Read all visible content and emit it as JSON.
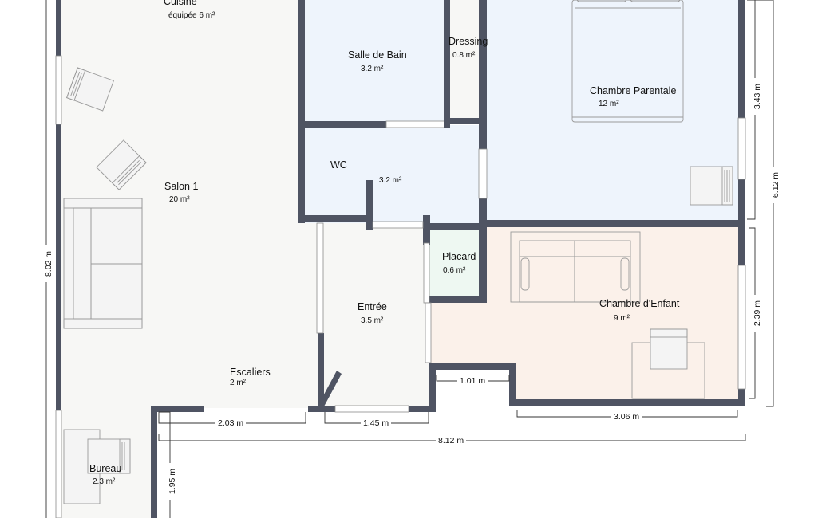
{
  "rooms": {
    "cuisine": {
      "name": "Cuisine",
      "area": "équipée 6 m²"
    },
    "salle_bain": {
      "name": "Salle de Bain",
      "area": "3.2 m²"
    },
    "dressing": {
      "name": "Dressing",
      "area": "0.8 m²"
    },
    "chambre_parentale": {
      "name": "Chambre Parentale",
      "area": "12 m²"
    },
    "wc": {
      "name": "WC",
      "area": "3.2 m²"
    },
    "salon": {
      "name": "Salon 1",
      "area": "20 m²"
    },
    "placard": {
      "name": "Placard",
      "area": "0.6 m²"
    },
    "entree": {
      "name": "Entrée",
      "area": "3.5 m²"
    },
    "chambre_enfant": {
      "name": "Chambre d'Enfant",
      "area": "9 m²"
    },
    "escaliers": {
      "name": "Escaliers",
      "area": "2 m²"
    },
    "bureau": {
      "name": "Bureau",
      "area": "2.3 m²"
    }
  },
  "dimensions": {
    "bureau_width": "2.03 m",
    "entree_width": "1.45 m",
    "placard_step": "1.01 m",
    "enfant_width": "3.06 m",
    "total_width": "8.12 m",
    "bureau_height": "1.95 m",
    "total_height": "8.02 m",
    "parentale_height": "3.43 m",
    "right_height": "6.12 m",
    "enfant_height": "2.39 m"
  },
  "colors": {
    "wall": "#4f5463",
    "living": "#f7f7f5",
    "wet_rooms": "#eef4fc",
    "placard": "#eef8f2",
    "chambre_enfant": "#fbf1ea"
  }
}
